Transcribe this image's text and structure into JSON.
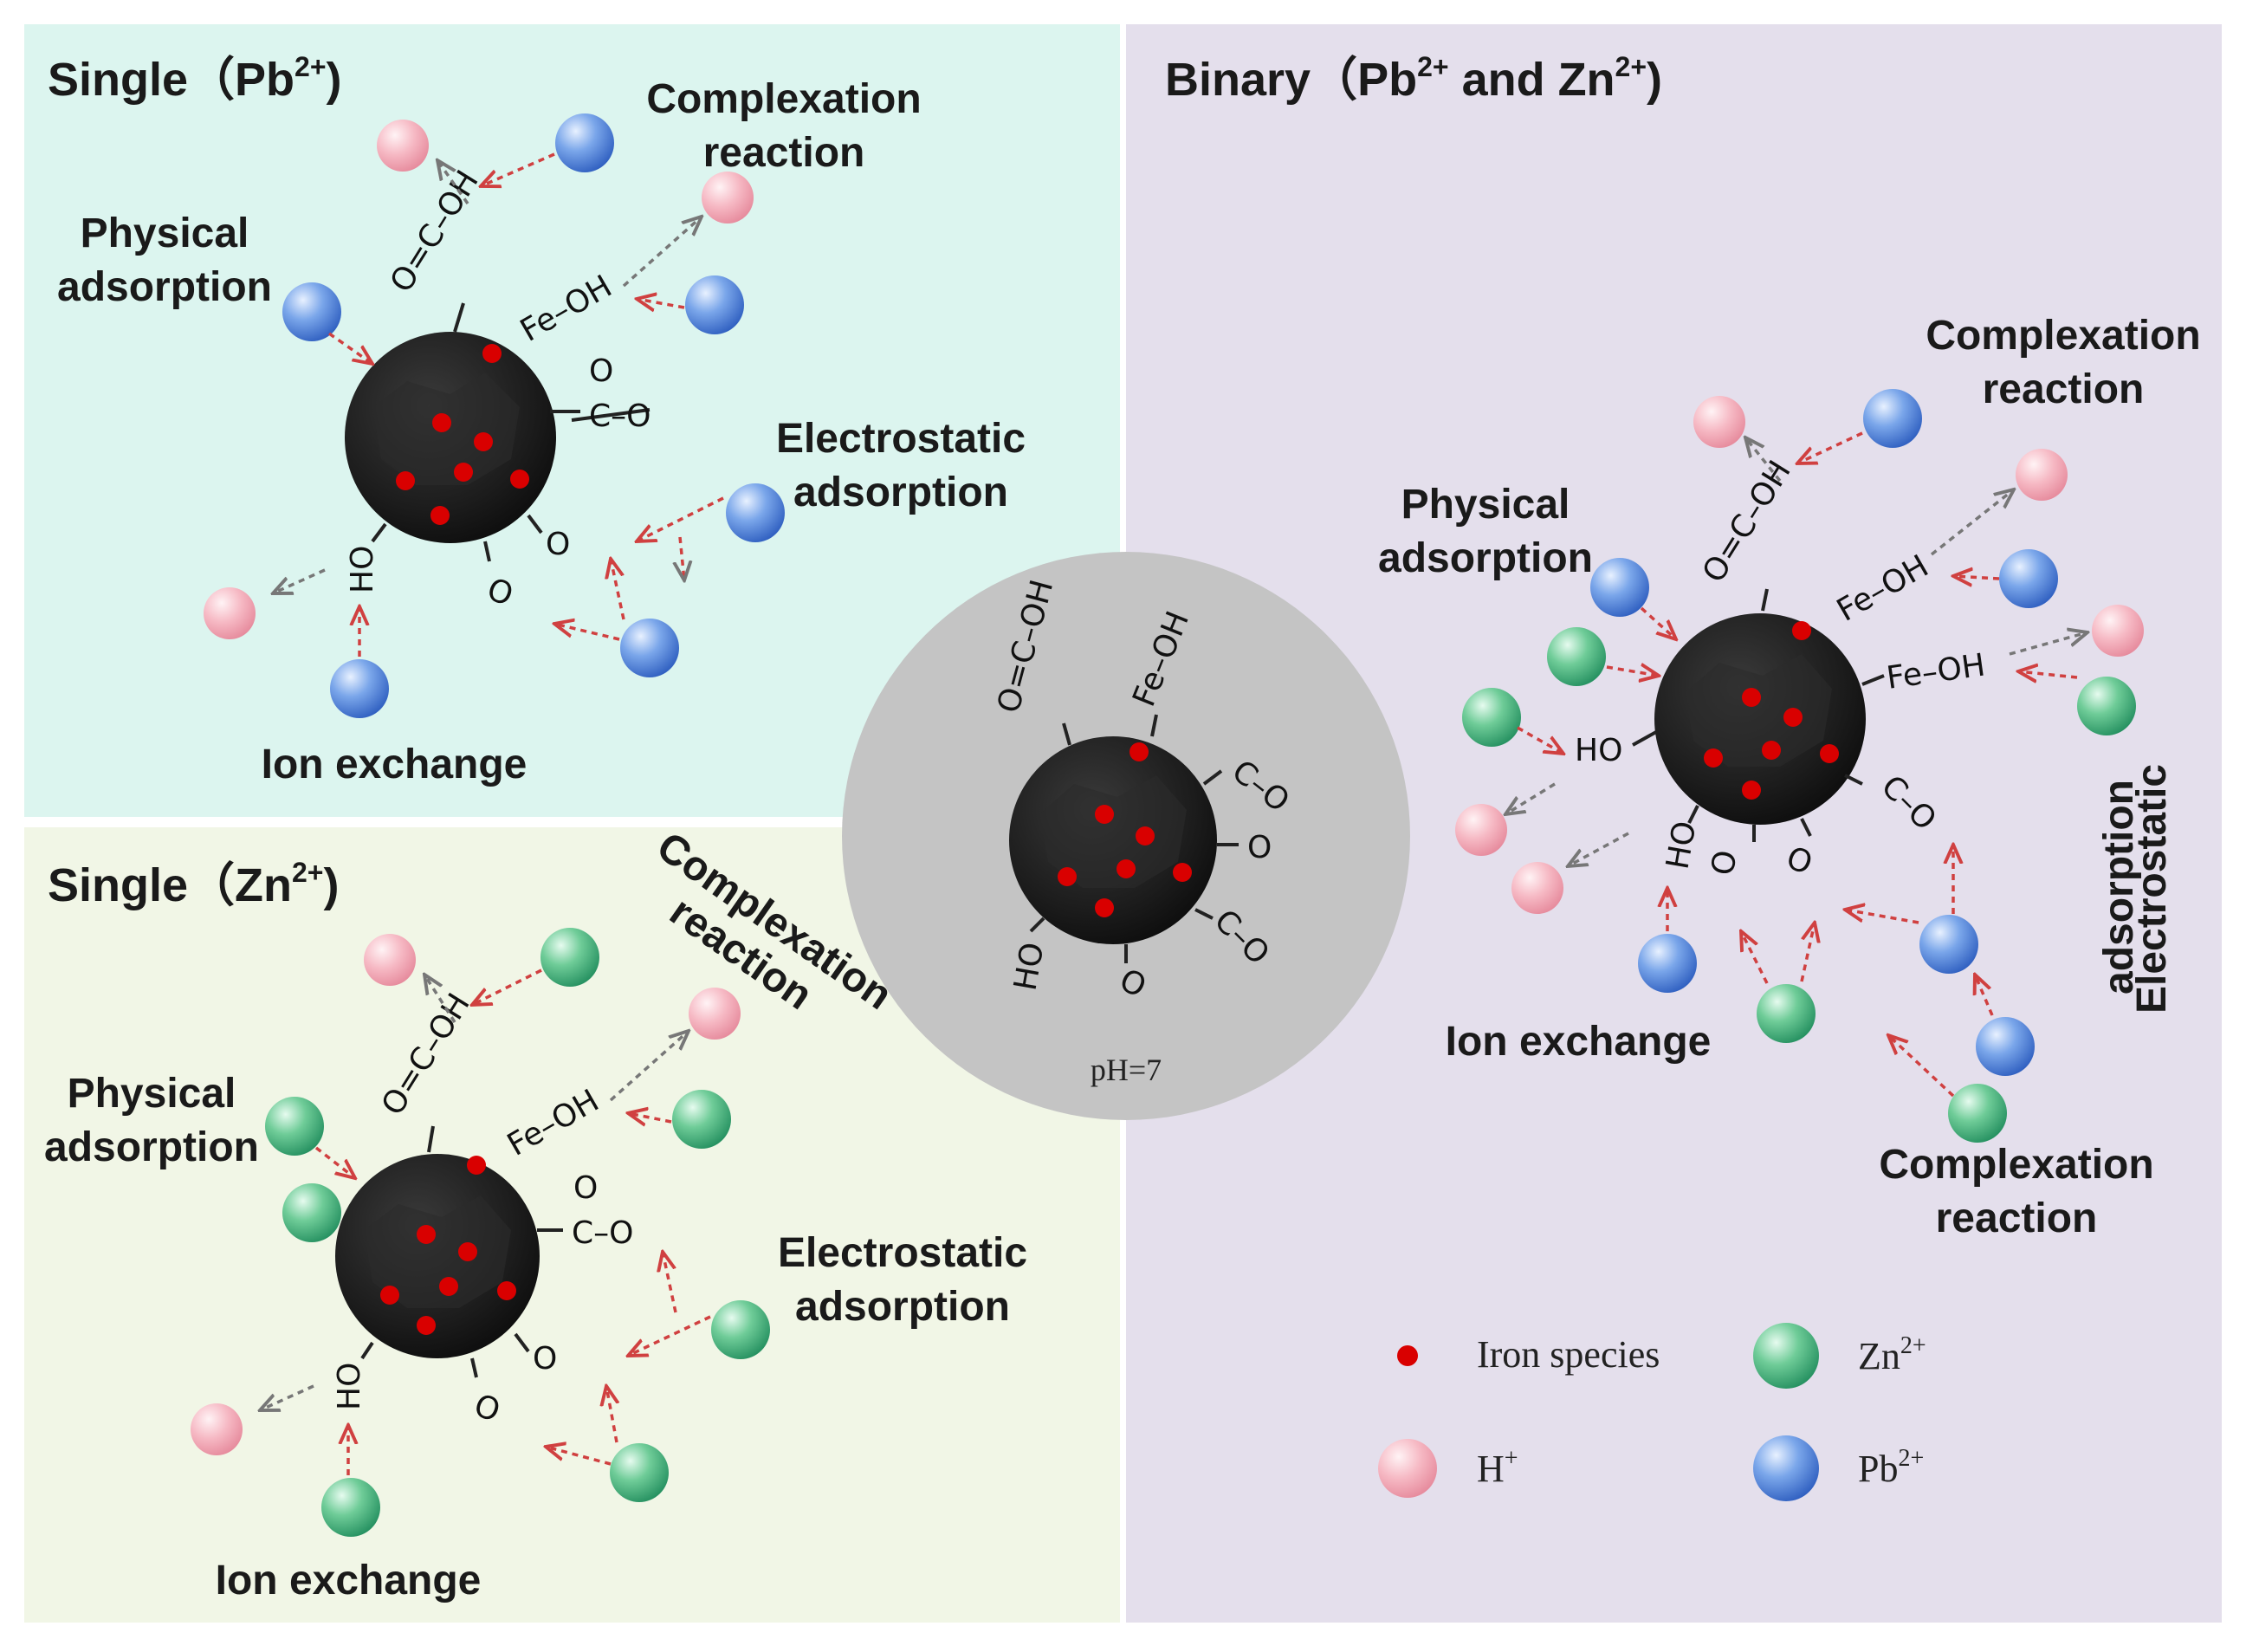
{
  "panels": {
    "single_pb": {
      "title": "Single（Pb",
      "title_sup": "2+",
      "title_end": ")"
    },
    "single_zn": {
      "title": "Single（Zn",
      "title_sup": "2+",
      "title_end": ")"
    },
    "binary": {
      "title": "Binary（Pb",
      "title_sup": "2+",
      "title_mid": " and Zn",
      "title_sup2": "2+",
      "title_end": ")"
    }
  },
  "mechanisms": {
    "complexation_1": "Complexation",
    "complexation_2": "reaction",
    "physical_1": "Physical",
    "physical_2": "adsorption",
    "electrostatic_1": "Electrostatic",
    "electrostatic_2": "adsorption",
    "ion_exchange": "Ion exchange"
  },
  "functional_groups": {
    "carboxyl": "O=C–OH",
    "iron_hydroxyl": "Fe–OH",
    "hydroxyl": "HO",
    "ester_c": "C–O",
    "ester_o": "O",
    "ether": "O"
  },
  "center": {
    "ph_label": "pH=7"
  },
  "legend": {
    "iron": "Iron species",
    "zn": "Zn",
    "zn_sup": "2+",
    "h": "H",
    "h_sup": "+",
    "pb": "Pb",
    "pb_sup": "2+"
  },
  "colors": {
    "panel_pb": "#dcf5ef",
    "panel_zn": "#f1f6e6",
    "panel_binary": "#e4dfec",
    "center_disc": "#c4c4c4",
    "particle": "#1e1e1e",
    "iron": "#d90000",
    "pb_ion": "#4f86d9",
    "zn_ion": "#3fb57a",
    "h_ion": "#f2a6b3",
    "arrow_in": "#d04040",
    "arrow_out": "#777777"
  }
}
